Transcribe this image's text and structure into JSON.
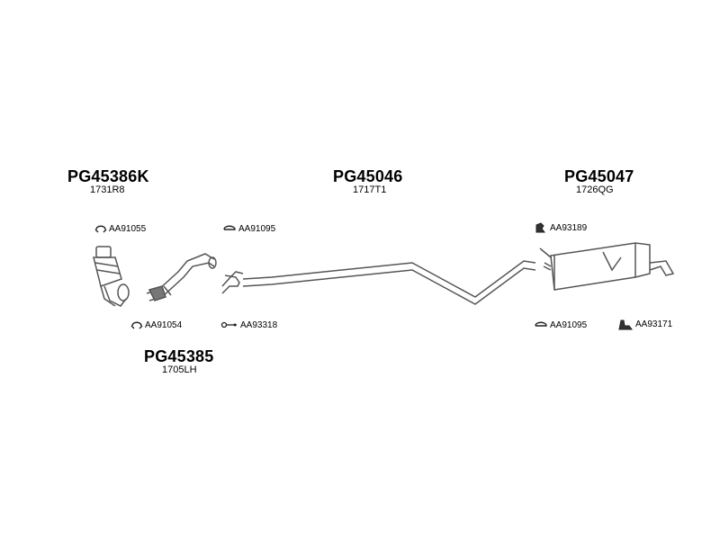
{
  "groups": {
    "catalyst": {
      "part_number": "PG45386K",
      "oem_code": "1731R8"
    },
    "front_pipe": {
      "part_number": "PG45385",
      "oem_code": "1705LH"
    },
    "middle_pipe": {
      "part_number": "PG45046",
      "oem_code": "1717T1"
    },
    "rear_silencer": {
      "part_number": "PG45047",
      "oem_code": "1726QG"
    }
  },
  "accessories": {
    "clamp_catalyst_top": {
      "code": "AA91055",
      "icon": "clamp-icon"
    },
    "clamp_catalyst_bottom": {
      "code": "AA91054",
      "icon": "clamp-icon"
    },
    "clamp_front_pipe": {
      "code": "AA91095",
      "icon": "clamp-icon"
    },
    "bolt_kit": {
      "code": "AA93318",
      "icon": "bolt-icon"
    },
    "rubber_mount": {
      "code": "AA93189",
      "icon": "rubber-mount-icon"
    },
    "clamp_rear": {
      "code": "AA91095",
      "icon": "clamp-icon"
    },
    "bracket_rear": {
      "code": "AA93171",
      "icon": "bracket-icon"
    }
  },
  "colors": {
    "line": "#555555",
    "text": "#000000"
  }
}
